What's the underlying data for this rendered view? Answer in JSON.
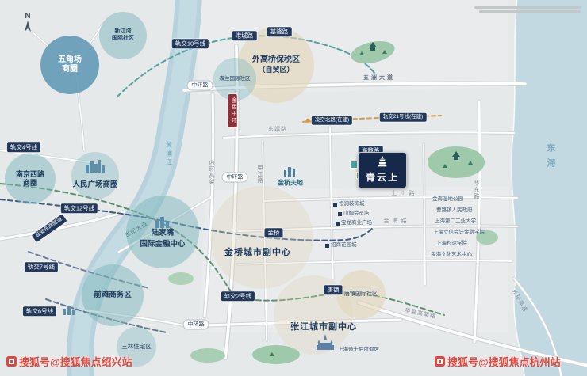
{
  "compass": {
    "label": "N"
  },
  "water": {
    "sea": "东海",
    "river": "黄浦江"
  },
  "project": {
    "name": "青云上"
  },
  "circles": {
    "xinjiangwan": {
      "line1": "新江湾",
      "line2": "国际社区"
    },
    "wujiaochang": {
      "line1": "五角场",
      "line2": "商圈"
    },
    "waigaoqiao": {
      "line1": "外高桥保税区",
      "line2": "（自贸区）"
    },
    "senlan": {
      "label": "森兰国际社区"
    },
    "nanjingxilu": {
      "line1": "南京西路",
      "line2": "商圈"
    },
    "renmin": {
      "label": "人民广场商圈"
    },
    "lujiazui": {
      "line1": "陆家嘴",
      "line2": "国际金融中心"
    },
    "qiantan": {
      "label": "前滩商务区"
    },
    "sanlin": {
      "label": "三林住宅区"
    },
    "tangzhen": {
      "label": "唐镇国际社区"
    },
    "jinqiao": {
      "label": "金桥城市副中心"
    },
    "zhangjiang": {
      "label": "张江城市副中心"
    },
    "jinqiao_tiandi": {
      "label": "金桥天地"
    },
    "disney": {
      "label": "上海迪士尼度假区"
    }
  },
  "transit": {
    "line10": "轨交10号线",
    "line4": "轨交4号线",
    "line12": "轨交12号线",
    "line7": "轨交7号线",
    "line6": "轨交6号线",
    "line2": "轨交2号线",
    "line21": "轨交21号线(在建)",
    "gangchenglu": "港城路",
    "jilonglu": "基隆路",
    "haiqulu": "海趣路",
    "jinqiao_station": "金桥",
    "tangzhen_station": "唐镇",
    "lingkong": "凌空北路(在建)",
    "yanan_tunnel": "延安东路隧道",
    "jinse_zhonghuan": "金色中环"
  },
  "roads": {
    "zhonghuan": "中环路",
    "neihuan": "内环高架",
    "shenjiang": "申江路",
    "wuzhou": "五洲大道",
    "dongjing": "东靖路",
    "shangchuan": "上川路",
    "jinhai": "金海路",
    "huadong": "华东路",
    "shiji": "世纪大道",
    "waihuan": "外环高速",
    "huaxia": "华夏高架路"
  },
  "pois": {
    "hengrun": "恒润装饰城",
    "sams": "山姆会员店",
    "baolong": "宝龙商业广场",
    "zhaoshang": "招商花园城",
    "jinhai_wetland": "金海湿地公园",
    "caolu_gov": "曹路镇人民政府",
    "ergongda": "上海第二工业大学",
    "lixin": "上海立信会计金融学院",
    "shanda": "上海杉达学院",
    "jinhai_art": "金海文化艺术中心"
  },
  "watermarks": {
    "left": "搜狐号@搜狐焦点绍兴站",
    "right": "搜狐号@搜狐焦点杭州站"
  },
  "colors": {
    "navy": "#1d3a5c",
    "badge": "#22395c",
    "teal": "#7db7bc",
    "maroon": "#8e3038",
    "water": "#bdd6df",
    "accent_red": "#e0463b"
  }
}
